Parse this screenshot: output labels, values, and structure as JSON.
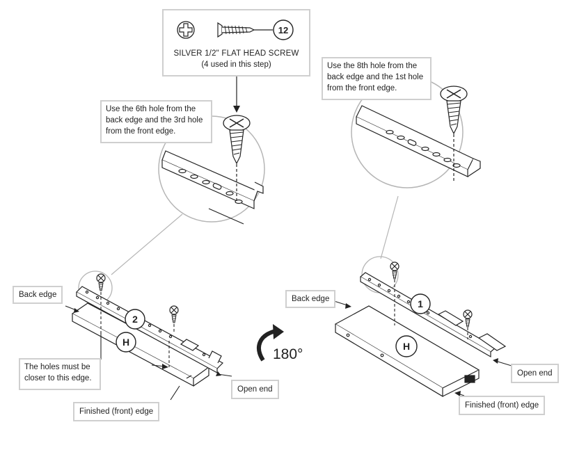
{
  "hardware": {
    "label": "SILVER 1/2\" FLAT HEAD SCREW",
    "qty_note": "(4 used in this step)",
    "quantity": "12"
  },
  "left": {
    "hole_note": "Use the 6th hole from the back edge and the 3rd hole from the front edge.",
    "back_edge": "Back edge",
    "step_number": "2",
    "part_letter": "H",
    "holes_note": "The holes must be closer to this edge.",
    "open_end": "Open end",
    "finished_edge": "Finished (front) edge"
  },
  "rotate": {
    "label": "180°"
  },
  "right": {
    "hole_note": "Use the 8th hole from the back edge and the 1st hole from the front edge.",
    "back_edge": "Back edge",
    "step_number": "1",
    "part_letter": "H",
    "open_end": "Open end",
    "finished_edge": "Finished (front) edge"
  },
  "colors": {
    "line": "#222222",
    "callout_border": "#cfcfcf",
    "magnifier": "#b5b5b5"
  }
}
